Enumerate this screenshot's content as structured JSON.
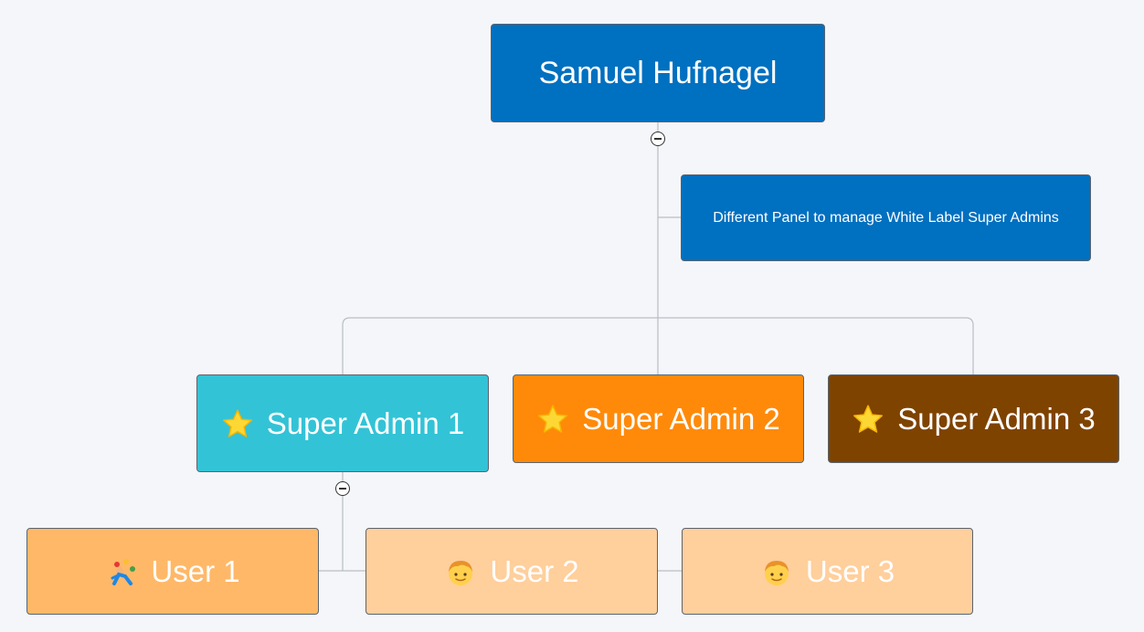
{
  "root": {
    "label": "Samuel Hufnagel",
    "color": "#0070c0"
  },
  "note": {
    "label": "Different Panel to manage White Label Super Admins",
    "color": "#0070c0"
  },
  "super_admins": [
    {
      "label": "Super Admin 1",
      "icon": "star-icon",
      "color": "#33c3d6"
    },
    {
      "label": "Super Admin 2",
      "icon": "star-icon",
      "color": "#ff8a0a"
    },
    {
      "label": "Super Admin 3",
      "icon": "star-icon",
      "color": "#7f4300"
    }
  ],
  "users": [
    {
      "label": "User 1",
      "icon": "juggler-icon",
      "color": "#ffb868"
    },
    {
      "label": "User 2",
      "icon": "boy-face-icon",
      "color": "#ffcf9c"
    },
    {
      "label": "User 3",
      "icon": "boy-face-icon",
      "color": "#ffcf9c"
    }
  ]
}
